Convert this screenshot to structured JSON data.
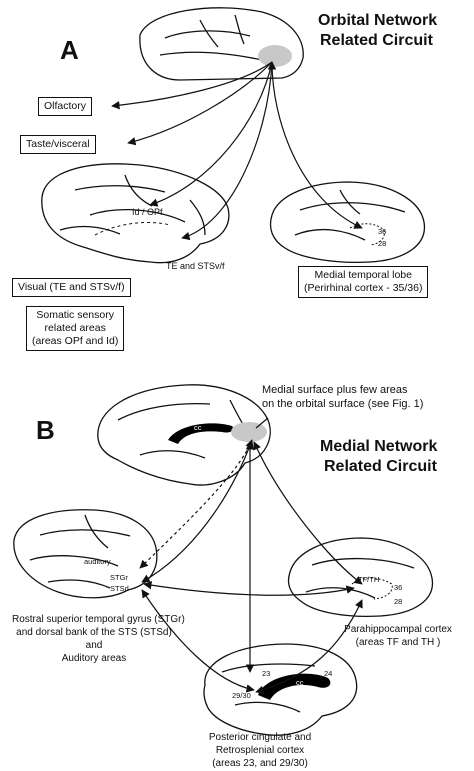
{
  "panel_a": {
    "letter": "A",
    "title_line1": "Orbital Network",
    "title_line2": "Related Circuit",
    "box_olfactory": "Olfactory",
    "box_taste": "Taste/visceral",
    "label_id_opf": "Id / OPf",
    "label_te_sts": "TE and STSv/f",
    "box_visual": "Visual (TE and STSv/f)",
    "box_somatic_1": "Somatic sensory",
    "box_somatic_2": "related areas",
    "box_somatic_3": "(areas OPf and Id)",
    "area_36": "36",
    "area_28": "28",
    "box_medial_1": "Medial temporal lobe",
    "box_medial_2": "(Perirhinal cortex - 35/36)"
  },
  "panel_b": {
    "letter": "B",
    "title_line1": "Medial Network",
    "title_line2": "Related Circuit",
    "callout_line1": "Medial surface plus few areas",
    "callout_line2": "on the orbital surface (see Fig. 1)",
    "label_cc_top": "cc",
    "label_auditory": "auditory",
    "label_stgr": "STGr",
    "label_stsd": "STSd",
    "caption_left_1": "Rostral superior temporal gyrus (STGr)",
    "caption_left_2": "and dorsal bank of the STS (STSd)",
    "caption_left_3": "and",
    "caption_left_4": "Auditory areas",
    "label_tf_th": "TF/TH",
    "area_36": "36",
    "area_28": "28",
    "caption_right_1": "Parahippocampal cortex",
    "caption_right_2": "(areas TF and TH )",
    "label_23": "23",
    "label_24": "24",
    "label_cc_bottom": "cc",
    "label_29_30": "29/30",
    "caption_bottom_1": "Posterior cingulate and",
    "caption_bottom_2": "Retrosplenial cortex",
    "caption_bottom_3": "(areas 23, and 29/30)"
  }
}
